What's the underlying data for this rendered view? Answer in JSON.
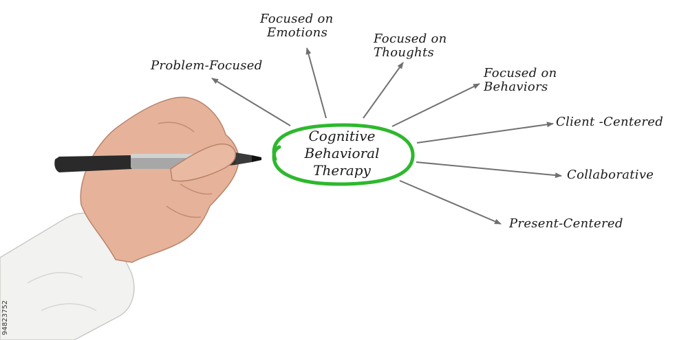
{
  "center": {
    "line1": "Cognitive",
    "line2": "Behavioral",
    "line3": "Therapy",
    "ring_color": "#2db82d"
  },
  "branches": {
    "problem_focused": "Problem-Focused",
    "emotions_1": "Focused on",
    "emotions_2": "Emotions",
    "thoughts_1": "Focused on",
    "thoughts_2": "Thoughts",
    "behaviors_1": "Focused on",
    "behaviors_2": "Behaviors",
    "client_centered": "Client -Centered",
    "collaborative": "Collaborative",
    "present_centered": "Present-Centered"
  },
  "arrow_color": "#707070",
  "stock_id": "94823752"
}
